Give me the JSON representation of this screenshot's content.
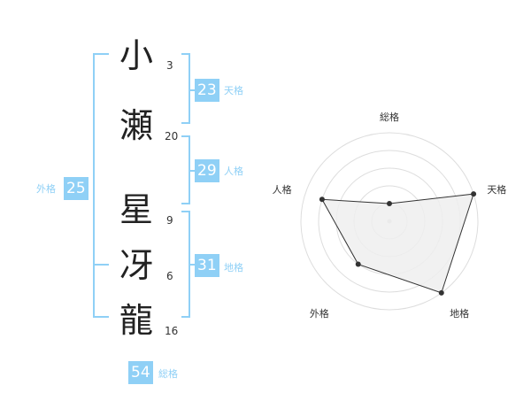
{
  "name": {
    "characters": [
      {
        "char": "小",
        "strokes": "3"
      },
      {
        "char": "瀬",
        "strokes": "20"
      },
      {
        "char": "星",
        "strokes": "9"
      },
      {
        "char": "冴",
        "strokes": "6"
      },
      {
        "char": "龍",
        "strokes": "16"
      }
    ]
  },
  "fortunes": {
    "tenkaku": {
      "label": "天格",
      "value": "23"
    },
    "jinkaku": {
      "label": "人格",
      "value": "29"
    },
    "chikaku": {
      "label": "地格",
      "value": "31"
    },
    "gaikaku": {
      "label": "外格",
      "value": "25"
    },
    "soukaku": {
      "label": "総格",
      "value": "54"
    }
  },
  "chart_data": {
    "type": "radar",
    "axes": [
      "総格",
      "天格",
      "地格",
      "外格",
      "人格"
    ],
    "scale_max": 5,
    "rings": 5,
    "values": [
      1,
      5,
      5,
      3,
      4
    ],
    "colors": {
      "fill": "#eeeeee",
      "line": "#333333",
      "ring": "#dddddd"
    }
  }
}
